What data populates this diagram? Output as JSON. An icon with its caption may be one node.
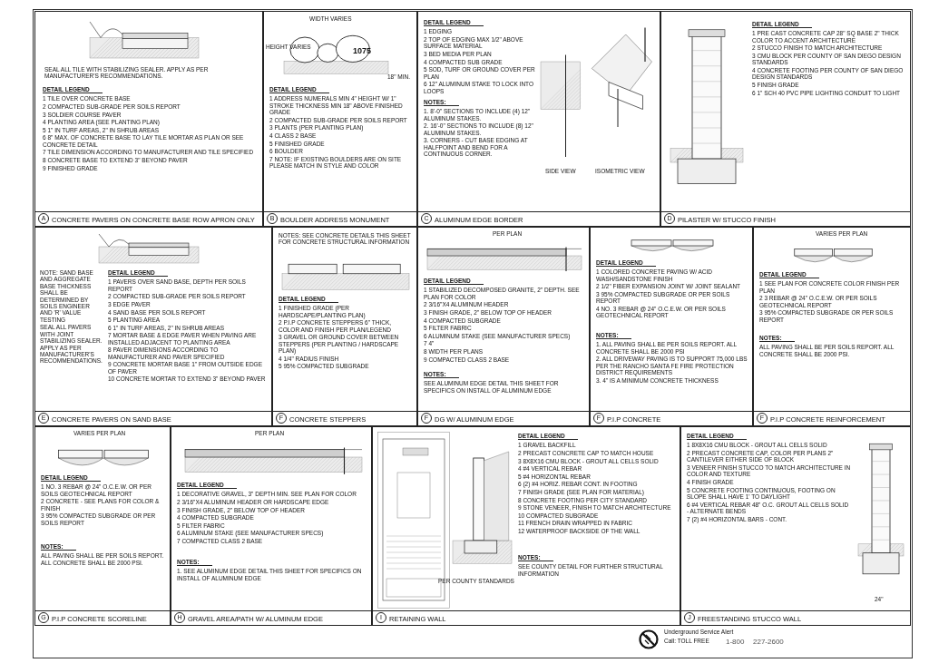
{
  "diagram": {
    "nodes": [
      {
        "text": [
          "A",
          "CONCRETE PAVERS ON CONCRETE BASE ROW APRON ONLY"
        ]
      },
      {
        "text": [
          "DETAIL LEGEND",
          "1 TILE OVER CONCRETE BASE",
          "2 COMPACTED SUB-GRADE PER SOILS REPORT",
          "3 SOLDIER COURSE PAVER",
          "4 PLANTING AREA (SEE PLANTING PLAN)",
          "5 1\" IN TURF AREAS, 2\" IN SHRUB AREAS",
          "6 8\" MAX. OF CONCRETE BASE TO LAY TILE MORTAR AS PLAN OR SEE CONCRETE DETAIL",
          "7 TILE DIMENSION ACCORDING TO MANUFACTURER AND TILE SPECIFIED",
          "8 CONCRETE BASE TO EXTEND 3\" BEYOND PAVER",
          "9 FINISHED GRADE"
        ],
        "in": 0
      },
      {
        "text": [
          "SEAL ALL TILE WITH STABILIZING SEALER. APPLY AS PER MANUFACTURER'S RECOMMENDATIONS."
        ],
        "in": 0
      },
      {
        "text": [
          "B",
          "BOULDER ADDRESS MONUMENT"
        ]
      },
      {
        "text": [
          "DETAIL LEGEND",
          "1 ADDRESS NUMERALS MIN 4\" HEIGHT W/ 1\" STROKE THICKNESS MIN 18\" ABOVE FINISHED GRADE",
          "2 COMPACTED SUB-GRADE PER SOILS REPORT",
          "3 PLANTS (PER PLANTING PLAN)",
          "4 CLASS 2 BASE",
          "5 FINISHED GRADE",
          "6 BOULDER",
          "7 NOTE: IF EXISTING BOULDERS ARE ON SITE PLEASE MATCH IN STYLE AND COLOR"
        ],
        "in": 3
      },
      {
        "text": [
          "C",
          "ALUMINUM EDGE BORDER"
        ]
      },
      {
        "text": [
          "DETAIL LEGEND",
          "1 EDGING",
          "2 TOP OF EDGING MAX 1/2\" ABOVE SURFACE MATERIAL",
          "3 BED MEDIA PER PLAN",
          "4 COMPACTED SUB GRADE",
          "5 SOD, TURF OR GROUND COVER PER PLAN",
          "6 12\" ALUMINUM STAKE TO LOCK INTO LOOPS"
        ],
        "in": 5
      },
      {
        "text": [
          "NOTES:",
          "1. 8'-0\" SECTIONS TO INCLUDE (4) 12\" ALUMINUM STAKES.",
          "2. 16'-0\" SECTIONS TO INCLUDE (8) 12\" ALUMINUM STAKES.",
          "3. CORNERS - CUT BASE EDGING AT HALFPOINT AND BEND FOR A CONTINUOUS CORNER."
        ],
        "in": 5
      },
      {
        "text": [
          "D",
          "PILASTER W/ STUCCO FINISH"
        ]
      },
      {
        "text": [
          "DETAIL LEGEND",
          "1 PRE CAST CONCRETE CAP 28\" SQ BASE 2\" THICK COLOR TO ACCENT ARCHITECTURE",
          "2 STUCCO FINISH TO MATCH ARCHITECTURE",
          "3 CMU BLOCK PER COUNTY OF SAN DIEGO DESIGN STANDARDS",
          "4 CONCRETE FOOTING PER COUNTY OF SAN DIEGO DESIGN STANDARDS",
          "5 FINISH GRADE",
          "6 1\" SCH 40 PVC PIPE LIGHTING CONDUIT TO LIGHT"
        ],
        "in": 8
      },
      {
        "text": [
          "E",
          "CONCRETE PAVERS ON SAND BASE"
        ]
      },
      {
        "text": [
          "NOTE: SAND BASE AND AGGREGATE BASE THICKNESS SHALL BE DETERMINED BY SOILS ENGINEER AND 'R' VALUE TESTING",
          "SEAL ALL PAVERS WITH JOINT STABILIZING SEALER. APPLY AS PER MANUFACTURER'S RECOMMENDATIONS."
        ],
        "in": 10
      },
      {
        "text": [
          "DETAIL LEGEND",
          "1 PAVERS OVER SAND BASE, DEPTH PER SOILS REPORT",
          "2 COMPACTED SUB-GRADE PER SOILS REPORT",
          "3 EDGE PAVER",
          "4 SAND BASE PER SOILS REPORT",
          "5 PLANTING AREA",
          "6 1\" IN TURF AREAS, 2\" IN SHRUB AREAS",
          "7 MORTAR BASE & EDGE PAVER WHEN PAVING ARE INSTALLED ADJACENT TO PLANTING AREA",
          "8 PAVER DIMENSIONS ACCORDING TO MANUFACTURER AND PAVER SPECIFIED",
          "9 CONCRETE MORTAR BASE 1\" FROM OUTSIDE EDGE OF PAVER",
          "10 CONCRETE MORTAR TO EXTEND 3\" BEYOND PAVER"
        ],
        "in": 10
      },
      {
        "text": [
          "F",
          "CONCRETE STEPPERS"
        ]
      },
      {
        "text": [
          "NOTES: SEE CONCRETE DETAILS THIS SHEET FOR CONCRETE STRUCTURAL INFORMATION"
        ],
        "in": 13
      },
      {
        "text": [
          "DETAIL LEGEND",
          "1 FINISHED GRADE (PER HARDSCAPE/PLANTING PLAN)",
          "2 P.I.P CONCRETE STEPPERS 6\" THICK, COLOR AND FINISH PER PLAN/LEGEND",
          "3 GRAVEL OR GROUND COVER BETWEEN STEPPERS (PER PLANTING / HARDSCAPE PLAN)",
          "4 1/4\" RADIUS FINISH",
          "5 95% COMPACTED SUBGRADE"
        ],
        "in": 13
      },
      {
        "text": [
          "F",
          "DG W/ ALUMINUM EDGE"
        ]
      },
      {
        "text": [
          "DETAIL LEGEND",
          "1 STABILIZED DECOMPOSED GRANITE, 2\" DEPTH. SEE PLAN FOR COLOR",
          "2 3/16\"X4 ALUMINUM HEADER",
          "3 FINISH GRADE, 2\" BELOW TOP OF HEADER",
          "4 COMPACTED SUBGRADE",
          "5 FILTER FABRIC",
          "6 ALUMINUM STAKE (SEE MANUFACTURER SPECS)",
          "7 4\"",
          "8 WIDTH PER PLANS",
          "9 COMPACTED CLASS 2 BASE"
        ],
        "in": 16
      },
      {
        "text": [
          "NOTES:",
          "SEE ALUMINUM EDGE DETAIL THIS SHEET FOR SPECIFICS ON INSTALL OF ALUMINUM EDGE"
        ],
        "in": 16
      },
      {
        "text": [
          "F",
          "P.I.P CONCRETE"
        ]
      },
      {
        "text": [
          "DETAIL LEGEND",
          "1 COLORED CONCRETE PAVING W/ ACID WASH/SANDSTONE FINISH",
          "2 1/2\" FIBER EXPANSION JOINT W/ JOINT SEALANT",
          "3 95% COMPACTED SUBGRADE OR PER SOILS REPORT",
          "4 NO. 3 REBAR @ 24\" O.C.E.W. OR PER SOILS GEOTECHNICAL REPORT"
        ],
        "in": 19
      },
      {
        "text": [
          "NOTES:",
          "1. ALL PAVING SHALL BE PER SOILS REPORT. ALL CONCRETE SHALL BE 2000 PSI",
          "2. ALL DRIVEWAY PAVING IS TO SUPPORT 75,000 LBS PER THE RANCHO SANTA FE FIRE PROTECTION DISTRICT REQUIREMENTS",
          "3. 4\" IS A MINIMUM CONCRETE THICKNESS"
        ],
        "in": 19
      },
      {
        "text": [
          "F",
          "P.I.P CONCRETE REINFORCEMENT"
        ]
      },
      {
        "text": [
          "DETAIL LEGEND",
          "1 SEE PLAN FOR CONCRETE COLOR FINISH PER PLAN",
          "2 3 REBAR @ 24\" O.C.E.W. OR PER SOILS GEOTECHNICAL REPORT",
          "3 95% COMPACTED SUBGRADE OR PER SOILS REPORT"
        ],
        "in": 22
      },
      {
        "text": [
          "NOTES:",
          "ALL PAVING SHALL BE PER SOILS REPORT. ALL CONCRETE SHALL BE 2000 PSI."
        ],
        "in": 22
      },
      {
        "text": [
          "G",
          "P.I.P CONCRETE SCORELINE"
        ]
      },
      {
        "text": [
          "DETAIL LEGEND",
          "1 NO. 3 REBAR @ 24\" O.C.E.W. OR PER SOILS GEOTECHNICAL REPORT",
          "2 CONCRETE - SEE PLANS FOR COLOR & FINISH",
          "3 95% COMPACTED SUBGRADE OR PER SOILS REPORT"
        ],
        "in": 25
      },
      {
        "text": [
          "NOTES:",
          "ALL PAVING SHALL BE PER SOILS REPORT. ALL CONCRETE SHALL BE 2000 PSI."
        ],
        "in": 25
      },
      {
        "text": [
          "H",
          "GRAVEL AREA/PATH W/ ALUMINUM EDGE"
        ]
      },
      {
        "text": [
          "DETAIL LEGEND",
          "1 DECORATIVE GRAVEL, 3\" DEPTH MIN. SEE PLAN FOR COLOR",
          "2 3/16\"X4 ALUMINUM HEADER OR HARDSCAPE EDGE",
          "3 FINISH GRADE, 2\" BELOW TOP OF HEADER",
          "4 COMPACTED SUBGRADE",
          "5 FILTER FABRIC",
          "6 ALUMINUM STAKE (SEE MANUFACTURER SPECS)",
          "7 COMPACTED CLASS 2 BASE"
        ],
        "in": 28
      },
      {
        "text": [
          "NOTES:",
          "1. SEE ALUMINUM EDGE DETAIL THIS SHEET FOR SPECIFICS ON INSTALL OF ALUMINUM EDGE"
        ],
        "in": 28
      },
      {
        "text": [
          "I",
          "RETAINING WALL"
        ]
      },
      {
        "text": [
          "DETAIL LEGEND",
          "1 GRAVEL BACKFILL",
          "2 PRECAST CONCRETE CAP TO MATCH HOUSE",
          "3 8X8X16 CMU BLOCK - GROUT ALL CELLS SOLID",
          "4 #4 VERTICAL REBAR",
          "5 #4 HORIZONTAL REBAR",
          "6 (2) #4 HORIZ. REBAR CONT. IN FOOTING",
          "7 FINISH GRADE (SEE PLAN FOR MATERIAL)",
          "8 CONCRETE FOOTING PER CITY STANDARD",
          "9 STONE VENEER, FINISH TO MATCH ARCHITECTURE",
          "10 COMPACTED SUBGRADE",
          "11 FRENCH DRAIN WRAPPED IN FABRIC",
          "12 WATERPROOF BACKSIDE OF THE WALL"
        ],
        "in": 31
      },
      {
        "text": [
          "NOTES:",
          "SEE COUNTY DETAIL FOR FURTHER STRUCTURAL INFORMATION"
        ],
        "in": 31
      },
      {
        "text": [
          "J",
          "FREESTANDING STUCCO WALL"
        ]
      },
      {
        "text": [
          "DETAIL LEGEND",
          "1 8X8X16 CMU BLOCK - GROUT ALL CELLS SOLID",
          "2 PRECAST CONCRETE CAP, COLOR PER PLANS 2\" CANTILEVER EITHER SIDE OF BLOCK",
          "3 VENEER FINISH STUCCO TO MATCH ARCHITECTURE IN COLOR AND TEXTURE",
          "4 FINISH GRADE",
          "5 CONCRETE FOOTING CONTINUOUS, FOOTING ON SLOPE SHALL HAVE 1' TO DAYLIGHT",
          "6 #4 VERTICAL REBAR 48\" O.C. GROUT ALL CELLS SOLID - ALTERNATE BENDS",
          "7 (2) #4 HORIZONTAL BARS - CONT."
        ],
        "in": 34
      }
    ],
    "labels": [
      "WIDTH VARIES",
      "HEIGHT VARIES",
      "1075",
      "18\" MIN.",
      "SIDE VIEW",
      "ISOMETRIC VIEW",
      "PER PLAN",
      "VARIES PER PLAN",
      "VARIES PER PLAN",
      "PER PLAN",
      "PER COUNTY STANDARDS",
      "24\"",
      "Underground Service Alert",
      "Call: TOLL FREE",
      "1-800",
      "227-2600"
    ]
  }
}
